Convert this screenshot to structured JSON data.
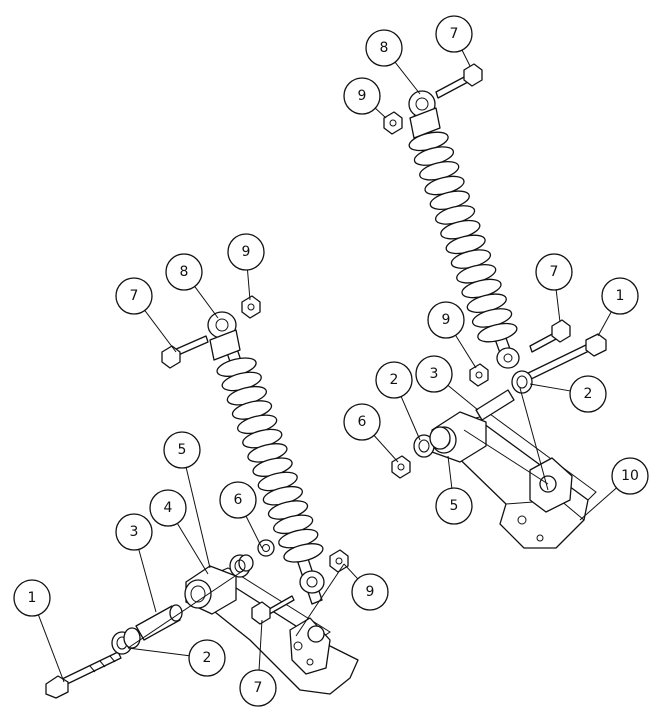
{
  "callouts": [
    {
      "id": "A1",
      "label": "1"
    },
    {
      "id": "A2",
      "label": "2"
    },
    {
      "id": "A3",
      "label": "3"
    },
    {
      "id": "A4",
      "label": "4"
    },
    {
      "id": "A5",
      "label": "5"
    },
    {
      "id": "A6",
      "label": "6"
    },
    {
      "id": "A7a",
      "label": "7"
    },
    {
      "id": "A7b",
      "label": "7"
    },
    {
      "id": "A8",
      "label": "8"
    },
    {
      "id": "A9a",
      "label": "9"
    },
    {
      "id": "A9b",
      "label": "9"
    },
    {
      "id": "B1",
      "label": "1"
    },
    {
      "id": "B2a",
      "label": "2"
    },
    {
      "id": "B2b",
      "label": "2"
    },
    {
      "id": "B3",
      "label": "3"
    },
    {
      "id": "B5",
      "label": "5"
    },
    {
      "id": "B6",
      "label": "6"
    },
    {
      "id": "B7a",
      "label": "7"
    },
    {
      "id": "B7b",
      "label": "7"
    },
    {
      "id": "B8",
      "label": "8"
    },
    {
      "id": "B9a",
      "label": "9"
    },
    {
      "id": "B9b",
      "label": "9"
    },
    {
      "id": "B10",
      "label": "10"
    }
  ]
}
